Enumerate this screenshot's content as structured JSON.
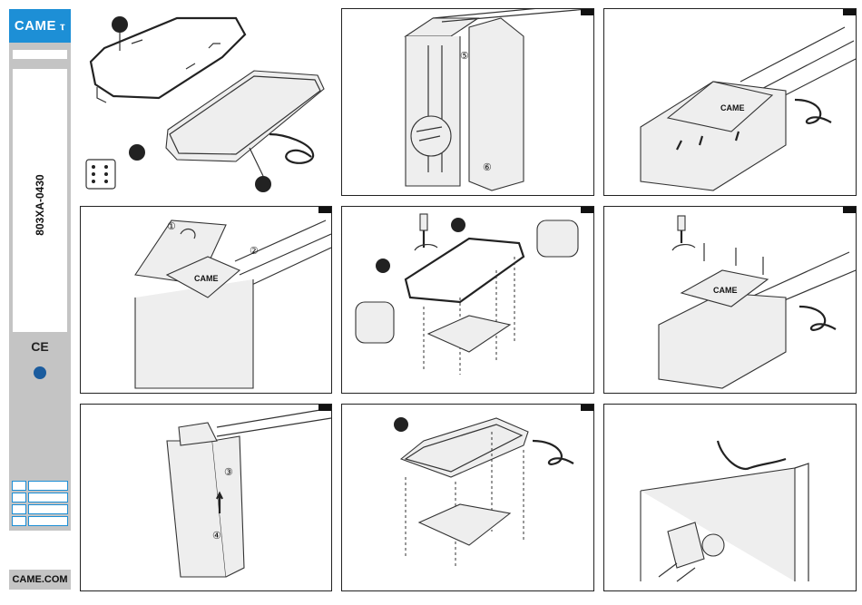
{
  "sidebar": {
    "logo": "CAME",
    "product_code": "803XA-0430",
    "ce_mark": "CE"
  },
  "footer": {
    "website": "CAME.COM"
  },
  "panels": {
    "step4": {
      "markers": [
        "①",
        "②"
      ],
      "brand": "CAME"
    },
    "step2": {
      "markers": [
        "⑤",
        "⑥"
      ]
    },
    "step6": {
      "brand": "CAME"
    },
    "step7": {
      "markers": [
        "③",
        "④"
      ]
    }
  },
  "colors": {
    "accent": "#1d8fd6",
    "sidebar_gray": "#c4c4c4"
  },
  "icons": [
    "screwdriver-icon",
    "rotate-arrow-icon",
    "cable-icon",
    "eac-logo-icon"
  ]
}
